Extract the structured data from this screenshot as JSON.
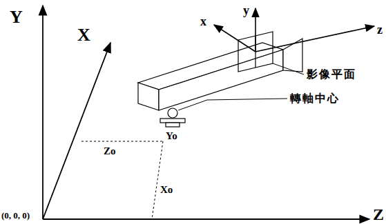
{
  "diagram": {
    "labels": [
      "Y",
      "X",
      "x",
      "y",
      "z",
      "影像平面",
      "轉軸中心",
      "Yo",
      "Zo",
      "Xo",
      "(0, 0, 0)",
      "Z"
    ]
  }
}
